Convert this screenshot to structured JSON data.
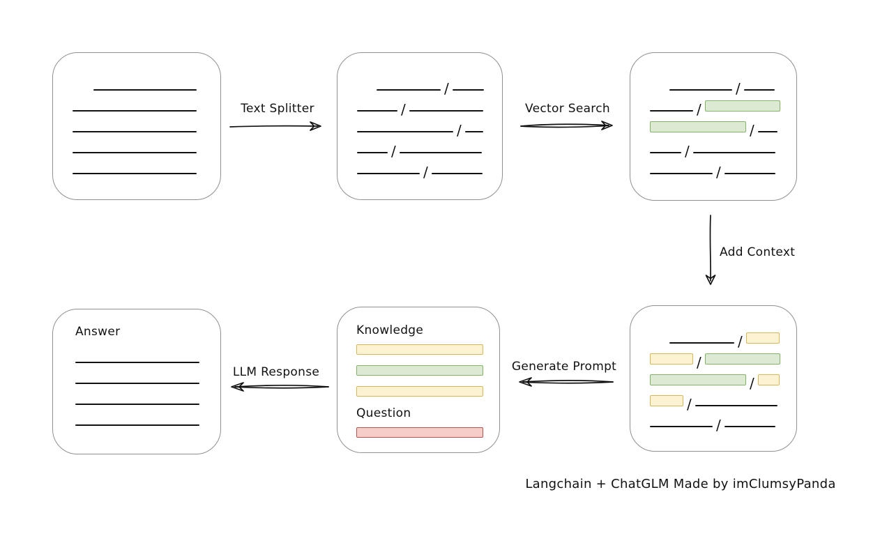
{
  "caption": "Langchain + ChatGLM Made by imClumsyPanda",
  "slash_char": "/",
  "colors": {
    "green_fill": "#dcead3",
    "green_stroke": "#82b366",
    "yellow_fill": "#fdf3d2",
    "yellow_stroke": "#d6b656",
    "red_fill": "#f6cdc9",
    "red_stroke": "#b85450",
    "box_stroke": "#8f8f8f",
    "line_color": "#111111"
  },
  "arrows": {
    "text_splitter": {
      "label": "Text Splitter",
      "direction": "right"
    },
    "vector_search": {
      "label": "Vector Search",
      "direction": "right"
    },
    "add_context": {
      "label": "Add Context",
      "direction": "down"
    },
    "generate_prompt": {
      "label": "Generate Prompt",
      "direction": "left"
    },
    "llm_response": {
      "label": "LLM Response",
      "direction": "left"
    }
  },
  "nodes": {
    "document": {
      "rows": [
        [
          {
            "t": "indent",
            "w": 30
          },
          {
            "t": "line",
            "w": 148
          }
        ],
        [
          {
            "t": "line",
            "w": 178
          }
        ],
        [
          {
            "t": "line",
            "w": 178
          }
        ],
        [
          {
            "t": "line",
            "w": 178
          }
        ],
        [
          {
            "t": "line",
            "w": 178
          }
        ]
      ]
    },
    "split_chunks": {
      "rows": [
        [
          {
            "t": "indent",
            "w": 28
          },
          {
            "t": "line",
            "w": 92
          },
          {
            "t": "slash"
          },
          {
            "t": "line",
            "w": 45
          }
        ],
        [
          {
            "t": "line",
            "w": 58
          },
          {
            "t": "slash"
          },
          {
            "t": "line",
            "w": 106
          }
        ],
        [
          {
            "t": "line",
            "w": 138
          },
          {
            "t": "slash"
          },
          {
            "t": "line",
            "w": 26
          }
        ],
        [
          {
            "t": "line",
            "w": 44
          },
          {
            "t": "slash"
          },
          {
            "t": "line",
            "w": 118
          }
        ],
        [
          {
            "t": "line",
            "w": 90
          },
          {
            "t": "slash"
          },
          {
            "t": "line",
            "w": 73
          }
        ]
      ]
    },
    "search_results": {
      "rows": [
        [
          {
            "t": "indent",
            "w": 28
          },
          {
            "t": "line",
            "w": 90
          },
          {
            "t": "slash"
          },
          {
            "t": "line",
            "w": 44
          }
        ],
        [
          {
            "t": "line",
            "w": 62
          },
          {
            "t": "slash"
          },
          {
            "t": "green",
            "w": 108
          }
        ],
        [
          {
            "t": "green",
            "w": 138
          },
          {
            "t": "slash"
          },
          {
            "t": "line",
            "w": 28
          }
        ],
        [
          {
            "t": "line",
            "w": 45
          },
          {
            "t": "slash"
          },
          {
            "t": "line",
            "w": 118
          }
        ],
        [
          {
            "t": "line",
            "w": 90
          },
          {
            "t": "slash"
          },
          {
            "t": "line",
            "w": 73
          }
        ]
      ]
    },
    "context_chunks": {
      "rows": [
        [
          {
            "t": "indent",
            "w": 28
          },
          {
            "t": "line",
            "w": 93
          },
          {
            "t": "slash"
          },
          {
            "t": "yellow",
            "w": 48
          }
        ],
        [
          {
            "t": "yellow",
            "w": 62
          },
          {
            "t": "slash"
          },
          {
            "t": "green",
            "w": 108
          }
        ],
        [
          {
            "t": "green",
            "w": 138
          },
          {
            "t": "slash"
          },
          {
            "t": "yellow",
            "w": 31
          }
        ],
        [
          {
            "t": "yellow",
            "w": 48
          },
          {
            "t": "slash"
          },
          {
            "t": "line",
            "w": 118
          }
        ],
        [
          {
            "t": "line",
            "w": 90
          },
          {
            "t": "slash"
          },
          {
            "t": "line",
            "w": 73
          }
        ]
      ]
    },
    "prompt": {
      "knowledge_label": "Knowledge",
      "question_label": "Question",
      "knowledge_bars": [
        "yellow",
        "green",
        "yellow"
      ],
      "question_bars": [
        "red"
      ]
    },
    "answer": {
      "label": "Answer",
      "rows": [
        [
          {
            "t": "line",
            "w": 178
          }
        ],
        [
          {
            "t": "line",
            "w": 178
          }
        ],
        [
          {
            "t": "line",
            "w": 178
          }
        ],
        [
          {
            "t": "line",
            "w": 178
          }
        ]
      ]
    }
  }
}
